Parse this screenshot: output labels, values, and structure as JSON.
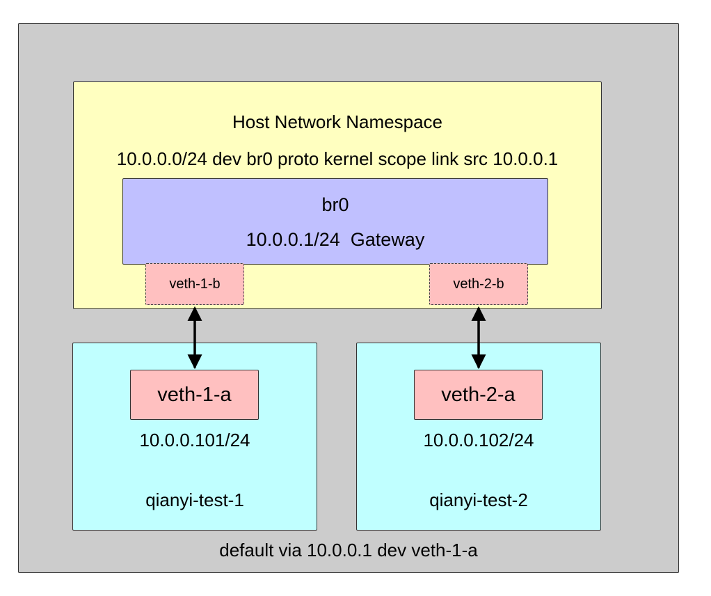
{
  "host": {
    "title": "Host Network Namespace",
    "route": "10.0.0.0/24 dev br0 proto kernel scope link src 10.0.0.1"
  },
  "bridge": {
    "name": "br0",
    "addr": "10.0.0.1/24  Gateway"
  },
  "veth_b": [
    "veth-1-b",
    "veth-2-b"
  ],
  "namespaces": [
    {
      "iface": "veth-1-a",
      "ip": "10.0.0.101/24",
      "name": "qianyi-test-1"
    },
    {
      "iface": "veth-2-a",
      "ip": "10.0.0.102/24",
      "name": "qianyi-test-2"
    }
  ],
  "default_route": "default via 10.0.0.1 dev veth-1-a",
  "colors": {
    "outer": "#cccccc",
    "host": "#ffffc0",
    "bridge": "#c0c0ff",
    "veth": "#ffc0c0",
    "netns": "#c0ffff"
  }
}
